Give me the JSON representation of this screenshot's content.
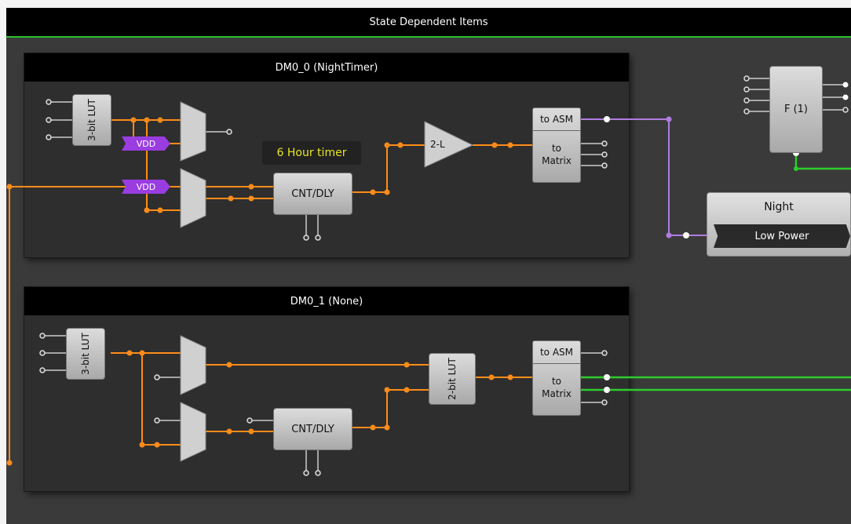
{
  "header": {
    "title": "State Dependent Items"
  },
  "panels": [
    {
      "title": "DM0_0 (NightTimer)",
      "lut_label": "3-bit LUT",
      "vdd_label": "VDD",
      "timer_label": "6 Hour timer",
      "cnt_label": "CNT/DLY",
      "logic_label": "2-L",
      "asm_label": "to ASM",
      "matrix_label_1": "to",
      "matrix_label_2": "Matrix"
    },
    {
      "title": "DM0_1 (None)",
      "lut_label": "3-bit LUT",
      "cnt_label": "CNT/DLY",
      "logic_label": "2-bit LUT",
      "asm_label": "to ASM",
      "matrix_label_1": "to",
      "matrix_label_2": "Matrix"
    }
  ],
  "flipflop": {
    "label": "F (1)"
  },
  "state_block": {
    "title": "Night",
    "state": "Low Power"
  },
  "colors": {
    "wire_orange": "#ff8c1a",
    "wire_purple": "#b07ce0",
    "wire_green": "#2dcc2d",
    "vdd": "#9a3de0",
    "timer_text": "#e6e62a"
  }
}
